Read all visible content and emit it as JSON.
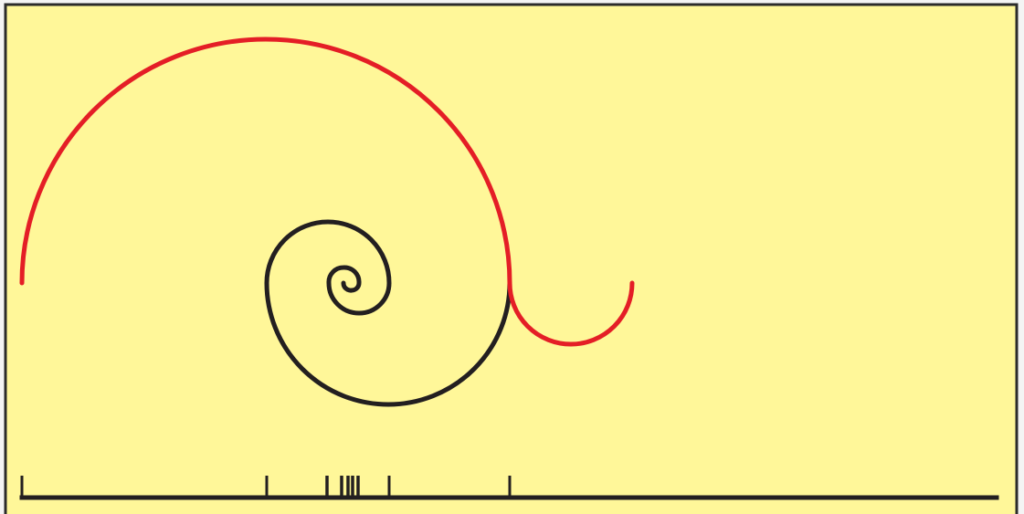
{
  "diagram": {
    "colors": {
      "page_background": "#f4f4f4",
      "panel_background": "#fff799",
      "panel_border": "#2b2b2b",
      "spiral": "#231f20",
      "arc": "#e41e26",
      "baseline": "#231f20",
      "ticks": "#231f20"
    },
    "spiral": {
      "kind": "golden-spiral",
      "ratio": 1.618,
      "quarter_turns": 8
    },
    "red_arcs": [
      {
        "name": "large-semicircle",
        "relative_radius": 4.236
      },
      {
        "name": "small-semicircle",
        "relative_radius": 1.0
      }
    ],
    "ruler": {
      "tick_count": 8,
      "note": ""
    }
  }
}
